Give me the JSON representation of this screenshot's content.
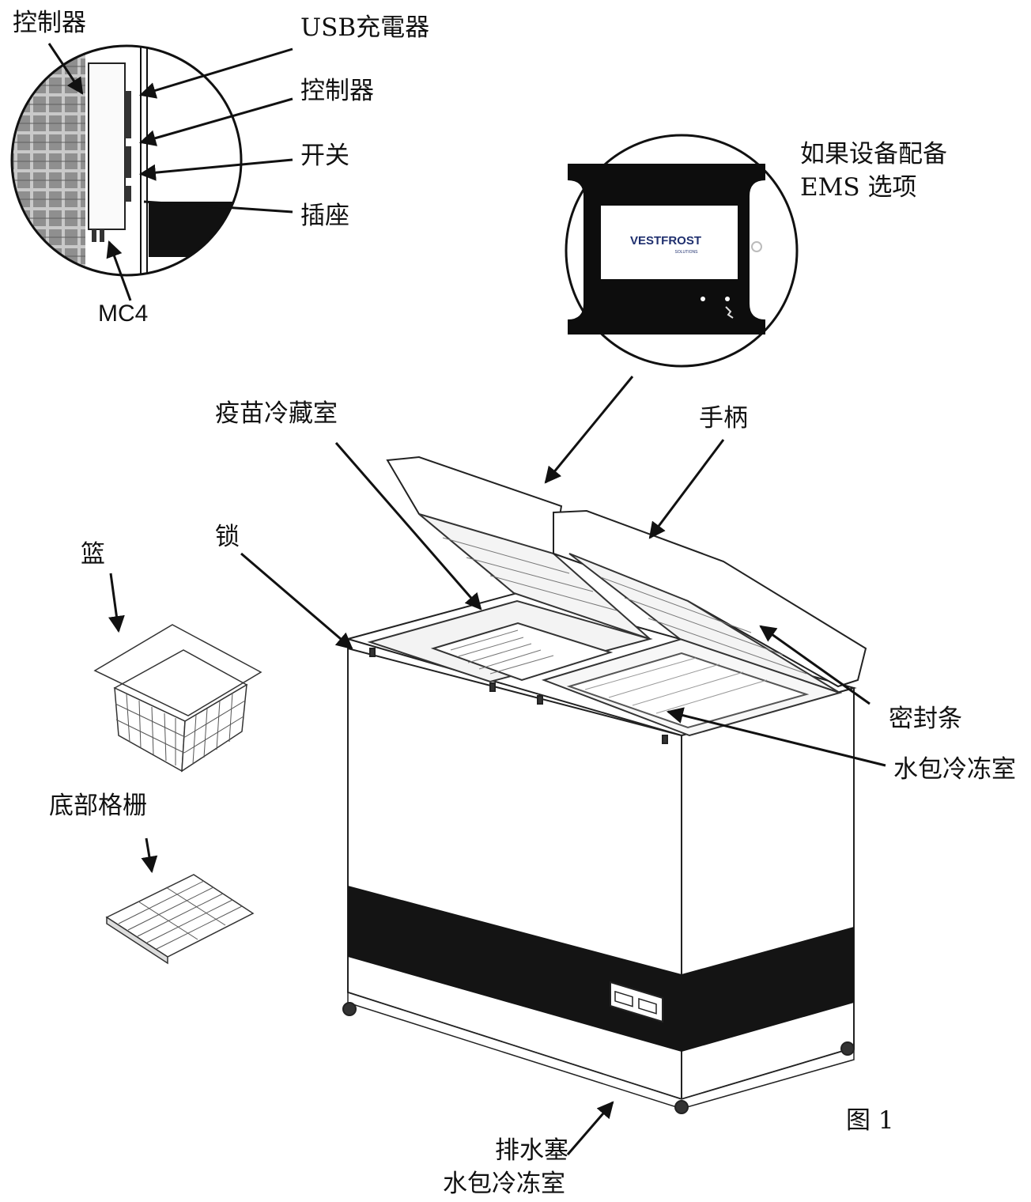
{
  "labels": {
    "inset_controller": "控制器",
    "usb_charger": "USB充電器",
    "controller": "控制器",
    "switch": "开关",
    "socket": "插座",
    "mc4": "MC4",
    "ems_line1": "如果设备配备",
    "ems_line2": "EMS 选项",
    "vaccine_compartment": "疫苗冷藏室",
    "handle": "手柄",
    "lock": "锁",
    "basket": "篮",
    "gasket": "密封条",
    "icepack_freezer": "水包冷冻室",
    "bottom_grid": "底部格栅",
    "drain_line1": "排水塞",
    "drain_line2": "水包冷冻室",
    "figure": "图 1"
  },
  "ems_display": {
    "brand": "VESTFROST",
    "brand_sub": "SOLUTIONS"
  }
}
